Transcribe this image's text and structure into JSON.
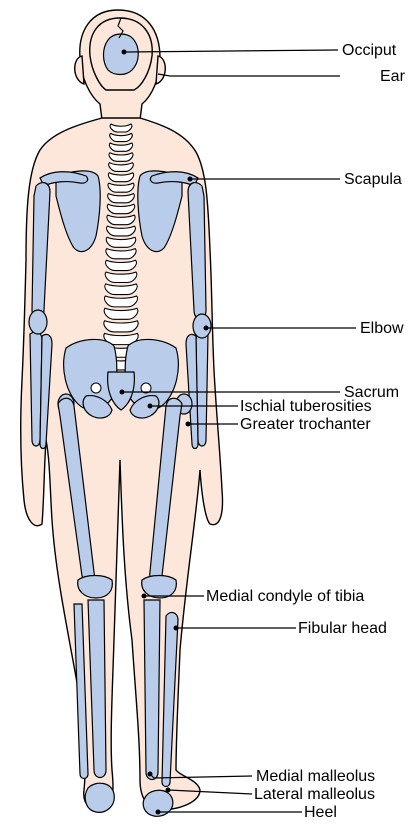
{
  "colors": {
    "skin": "#fde7da",
    "bone": "#b9cdeb",
    "outline": "#000000",
    "vertebra": "#ffffff"
  },
  "labels": {
    "occiput": "Occiput",
    "ear": "Ear",
    "scapula": "Scapula",
    "elbow": "Elbow",
    "sacrum": "Sacrum",
    "ischial_tuberosities": "Ischial tuberosities",
    "greater_trochanter": "Greater trochanter",
    "medial_condyle_of_tibia": "Medial condyle of tibia",
    "fibular_head": "Fibular head",
    "medial_malleolus": "Medial malleolus",
    "lateral_malleolus": "Lateral malleolus",
    "heel": "Heel"
  }
}
